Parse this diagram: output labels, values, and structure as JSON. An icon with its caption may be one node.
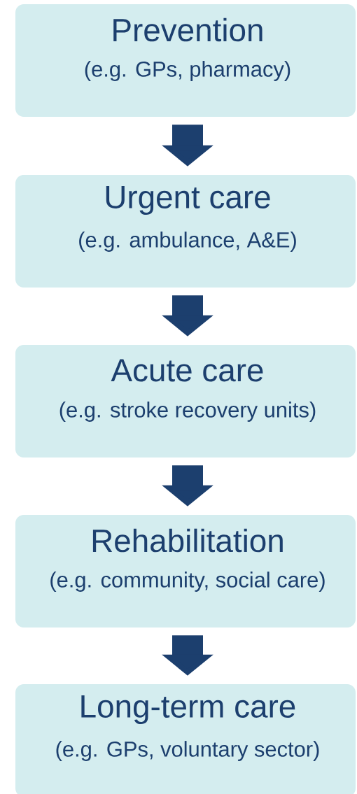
{
  "diagram": {
    "nodes": [
      {
        "text": [
          "Prevention",
          "(e.g. GPs, pharmacy)"
        ]
      },
      {
        "text": [
          "Urgent care",
          "(e.g. ambulance, A&E)"
        ]
      },
      {
        "text": [
          "Acute care",
          "(e.g. stroke recovery units)"
        ]
      },
      {
        "text": [
          "Rehabilitation",
          "(e.g. community, social care)"
        ]
      },
      {
        "text": [
          "Long-term care",
          "(e.g. GPs, voluntary sector)"
        ]
      }
    ],
    "edges": [
      {
        "from": 0,
        "to": 1,
        "arrow": "to"
      },
      {
        "from": 1,
        "to": 2,
        "arrow": "to"
      },
      {
        "from": 2,
        "to": 3,
        "arrow": "to"
      },
      {
        "from": 3,
        "to": 4,
        "arrow": "to"
      }
    ]
  }
}
